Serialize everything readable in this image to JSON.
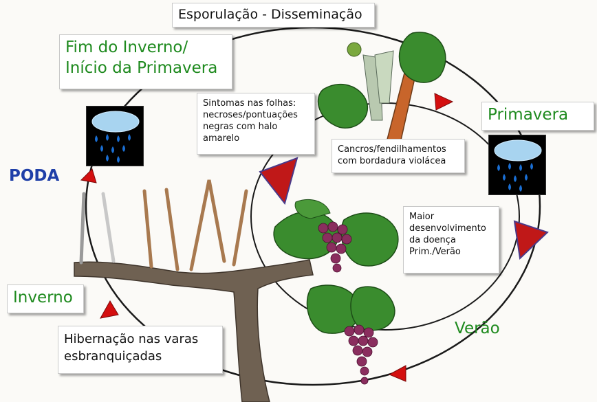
{
  "title": "Esporulação - Disseminação",
  "labels": {
    "fim_inverno": "Fim do Inverno/\nInício da Primavera",
    "primavera": "Primavera",
    "verao": "Verão",
    "inverno": "Inverno",
    "poda": "PODA"
  },
  "notes": {
    "sintomas": "Sintomas nas folhas:\nnecroses/pontuações\nnegras com halo\namarelo",
    "cancros": "Cancros/fendilhamentos\ncom bordadura violácea",
    "maior": "Maior\ndesenvolvimento\nda doença\nPrim./Verão",
    "hibernacao": "Hibernação nas varas\nesbranquiçadas"
  },
  "icons": [
    "rain-cloud-icon",
    "rain-cloud-icon"
  ],
  "colors": {
    "season_text": "#1e8a1e",
    "poda_text": "#1f3fa8",
    "arrow": "#d40f0f",
    "grape": "#8a2e5e",
    "leaf": "#3a8c2e",
    "wood": "#6b5a4a"
  }
}
